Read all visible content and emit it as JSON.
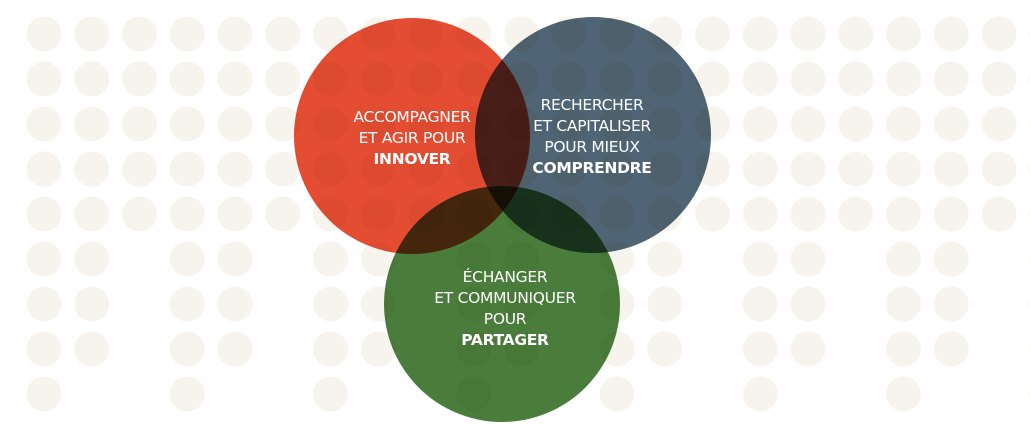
{
  "colors": {
    "background": "#ffffff",
    "dot": "#f7f4ee",
    "innover": "#e54d33",
    "comprendre": "#4f6474",
    "partager": "#4a7d3c",
    "text": "#ffffff"
  },
  "circles": {
    "innover": {
      "lines": [
        "ACCOMPAGNER",
        "ET AGIR POUR"
      ],
      "bold": "INNOVER"
    },
    "comprendre": {
      "lines": [
        "RECHERCHER",
        "ET CAPITALISER",
        "POUR MIEUX"
      ],
      "bold": "COMPRENDRE"
    },
    "partager": {
      "lines": [
        "ÉCHANGER",
        "ET COMMUNIQUER",
        "POUR"
      ],
      "bold": "PARTAGER"
    }
  }
}
